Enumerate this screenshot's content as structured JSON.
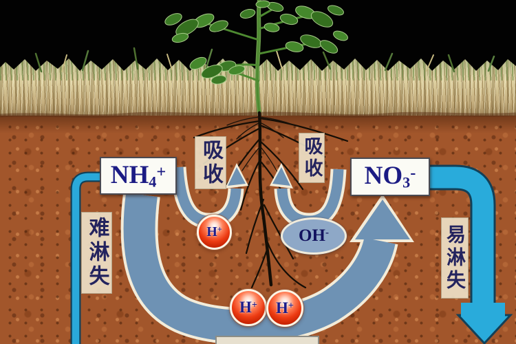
{
  "diagram": {
    "subject": "soil nitrogen uptake by plant roots",
    "flows": [
      {
        "name": "nitrification-arrow",
        "shape": "wide U swoosh from ammonium box to nitrate box",
        "color": "#6e92b4"
      },
      {
        "name": "absorption-arrow-left",
        "shape": "small U arrow into roots",
        "color": "#6e92b4"
      },
      {
        "name": "absorption-arrow-right",
        "shape": "small U arrow into roots",
        "color": "#6e92b4"
      },
      {
        "name": "leach-pipe-left",
        "shape": "thin pipe down from ammonium box",
        "color": "#2aa9da"
      },
      {
        "name": "leach-arrow-right",
        "shape": "thick down arrow from nitrate box",
        "color": "#2aa9da"
      }
    ]
  },
  "labels": {
    "ammonium": {
      "base": "NH",
      "sub": "4",
      "sup": "+"
    },
    "nitrate": {
      "base": "NO",
      "sub": "3",
      "sup": "-"
    },
    "absorb_left": "吸收",
    "absorb_right": "吸收",
    "hard_to_leach": "难淋失",
    "easy_to_leach": "易淋失",
    "hydrogen_ion": {
      "base": "H",
      "sup": "+"
    },
    "hydroxide_ion": {
      "base": "OH",
      "sup": "-"
    }
  },
  "colors": {
    "swoosh_blue": "#6e92b4",
    "swoosh_outline": "#f3ecd9",
    "pipe_cyan": "#2aa9da",
    "pipe_outline": "#124058",
    "ion_red": "#ec3b12",
    "formula_navy": "#1b1b84",
    "cjk_navy": "#23235e",
    "paper_cream": "#ecdfc5",
    "soil_brown": "#a2562b",
    "sky_black": "#020202"
  }
}
